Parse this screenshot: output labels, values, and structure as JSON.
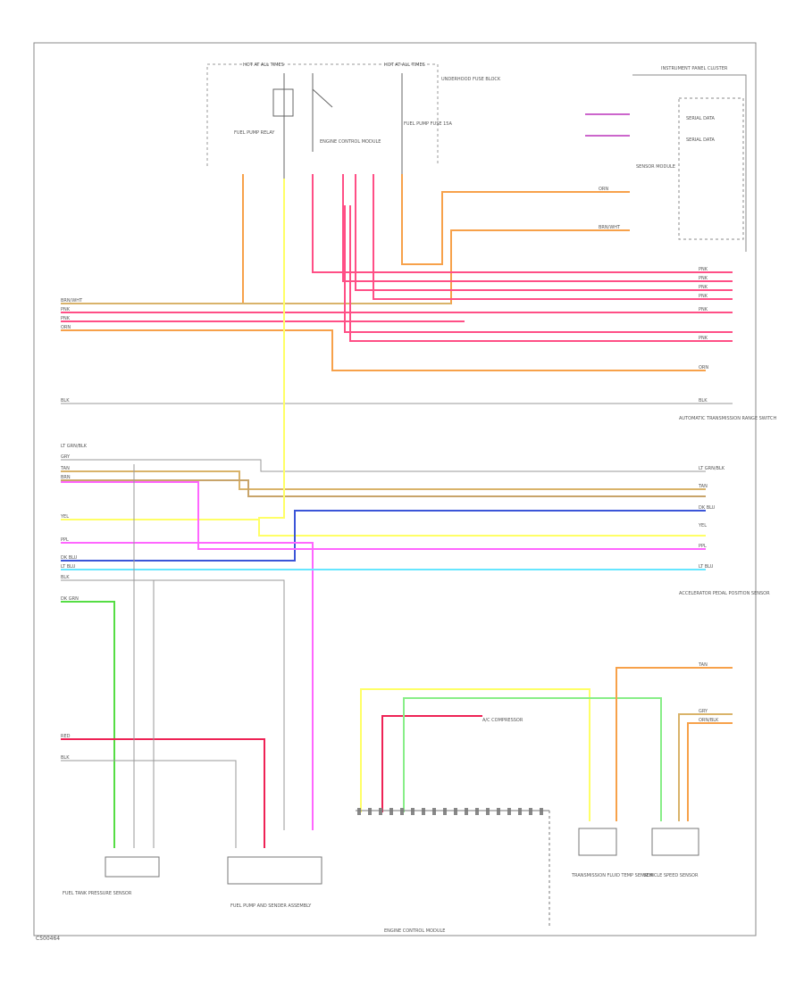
{
  "footer_code": "C500464",
  "fuse_top_left": {
    "label": "HOT AT ALL TIMES"
  },
  "fuse_top_right": {
    "label": "HOT AT ALL TIMES"
  },
  "relay_labels": [
    "FUEL PUMP RELAY",
    "ENGINE CONTROL MODULE",
    "FUEL PUMP FUSE 15A"
  ],
  "underhood_box": {
    "label": "UNDERHOOD FUSE BLOCK"
  },
  "instrument_cluster": {
    "label": "INSTRUMENT PANEL CLUSTER",
    "text1": "SERIAL DATA",
    "text2": "SERIAL DATA",
    "text3": "SENSOR MODULE"
  },
  "left_wire_labels": [
    "BRN/WHT",
    "PNK",
    "PNK",
    "ORN",
    "BLK",
    "LT GRN/BLK",
    "GRY",
    "TAN",
    "BRN",
    "YEL",
    "PPL",
    "DK BLU",
    "LT BLU",
    "BLK",
    "DK GRN",
    "RED",
    "BLK"
  ],
  "right_wire_labels": [
    "ORN",
    "BRN/WHT",
    "PNK",
    "PNK",
    "PNK",
    "PNK",
    "PNK",
    "PNK",
    "ORN",
    "BLK",
    "LT GRN/BLK",
    "TAN",
    "DK BLU",
    "YEL",
    "PPL",
    "LT BLU",
    "TAN",
    "GRY",
    "ORN/BLK"
  ],
  "side_notes": [
    "AUTOMATIC TRANSMISSION RANGE SWITCH",
    "ACCELERATOR PEDAL POSITION SENSOR"
  ],
  "bottom_labels": [
    "FUEL TANK PRESSURE SENSOR",
    "FUEL PUMP AND SENDER ASSEMBLY",
    "ENGINE CONTROL MODULE",
    "TRANSMISSION FLUID TEMP SENSOR",
    "VEHICLE SPEED SENSOR"
  ],
  "ac_label": "A/C COMPRESSOR",
  "wire_colors": {
    "orange": "#f7a14a",
    "pink": "#ff4f86",
    "yellow": "#ffff66",
    "tan": "#d9b36a",
    "brown": "#c8a46a",
    "magenta": "#ff66ff",
    "blue": "#3b55d8",
    "cyan": "#66e6ff",
    "green": "#55dd44",
    "red": "#ee2255",
    "gray": "#999999",
    "light_green": "#88ee88"
  }
}
